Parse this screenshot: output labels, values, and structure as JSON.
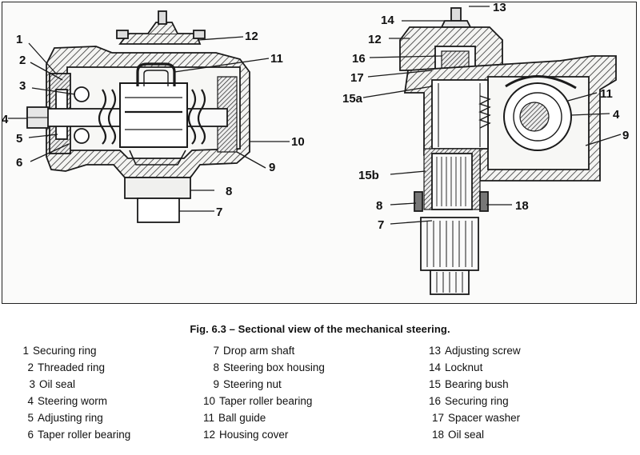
{
  "figure": {
    "caption": "Fig. 6.3 – Sectional view of the mechanical steering.",
    "callouts_left": [
      "1",
      "2",
      "3",
      "4",
      "5",
      "6",
      "7",
      "8",
      "9",
      "10",
      "11",
      "12"
    ],
    "callouts_right": [
      "13",
      "14",
      "12",
      "16",
      "17",
      "15a",
      "11",
      "4",
      "9",
      "15b",
      "8",
      "18",
      "7"
    ]
  },
  "legend": {
    "columns": [
      [
        {
          "num": "1",
          "label": "Securing ring"
        },
        {
          "num": "2",
          "label": "Threaded ring"
        },
        {
          "num": "3",
          "label": "Oil seal"
        },
        {
          "num": "4",
          "label": "Steering worm"
        },
        {
          "num": "5",
          "label": "Adjusting ring"
        },
        {
          "num": "6",
          "label": "Taper roller bearing"
        }
      ],
      [
        {
          "num": "7",
          "label": "Drop arm shaft"
        },
        {
          "num": "8",
          "label": "Steering box housing"
        },
        {
          "num": "9",
          "label": "Steering nut"
        },
        {
          "num": "10",
          "label": "Taper roller bearing"
        },
        {
          "num": "11",
          "label": "Ball guide"
        },
        {
          "num": "12",
          "label": "Housing cover"
        }
      ],
      [
        {
          "num": "13",
          "label": "Adjusting screw"
        },
        {
          "num": "14",
          "label": "Locknut"
        },
        {
          "num": "15",
          "label": "Bearing bush"
        },
        {
          "num": "16",
          "label": "Securing ring"
        },
        {
          "num": "17",
          "label": "Spacer washer"
        },
        {
          "num": "18",
          "label": "Oil seal"
        }
      ]
    ]
  }
}
